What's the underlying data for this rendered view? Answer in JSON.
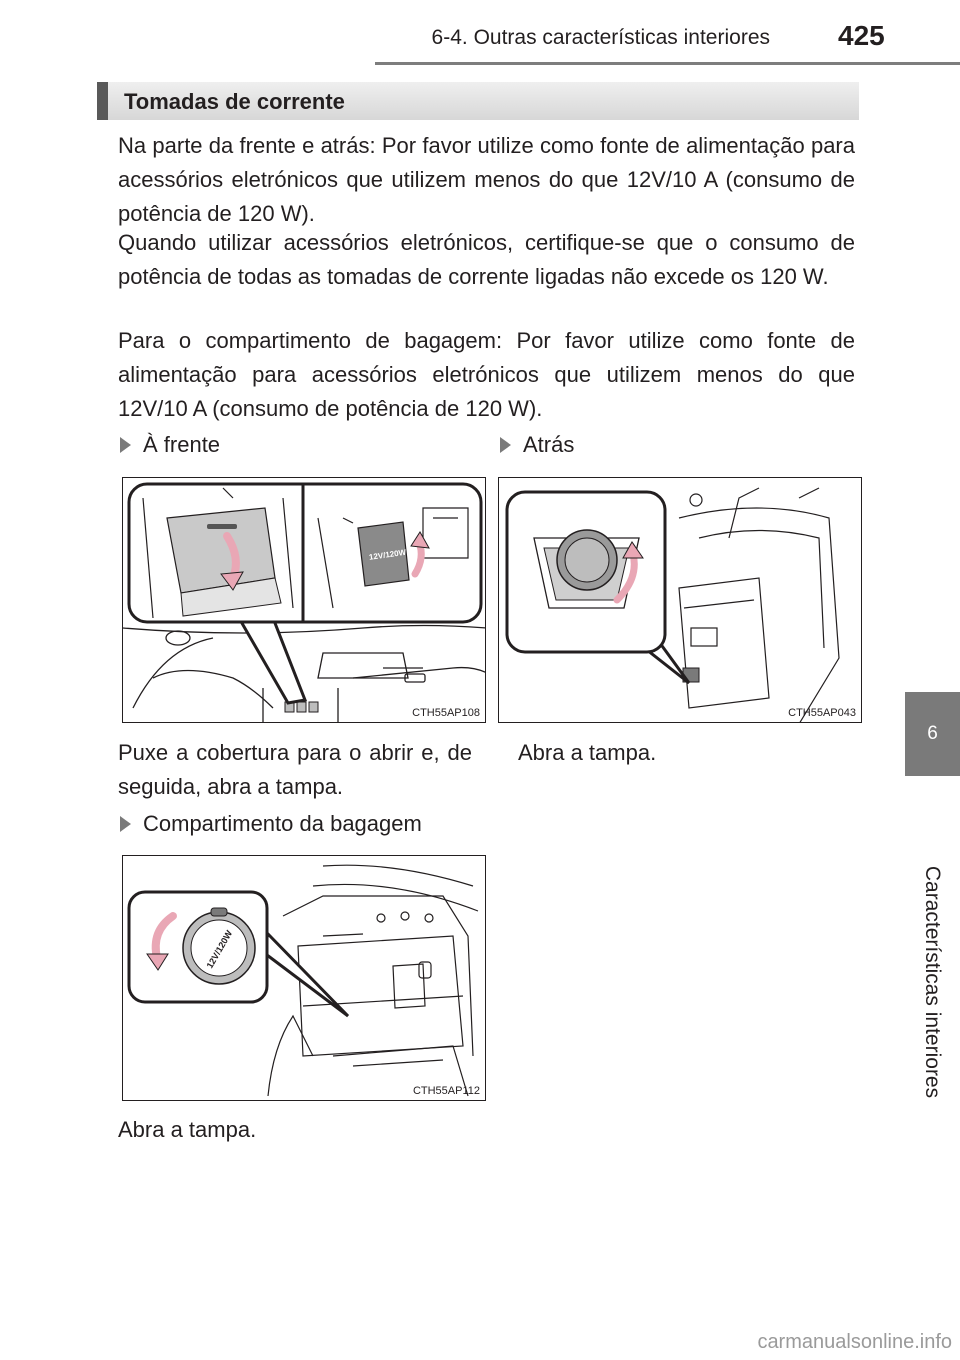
{
  "header": {
    "section": "6-4. Outras características interiores",
    "page_number": "425"
  },
  "side_tab": {
    "chapter_number": "6",
    "chapter_title": "Características interiores"
  },
  "section": {
    "title": "Tomadas de corrente",
    "paragraphs": [
      "Na parte da frente e atrás: Por favor utilize como fonte de alimentação para acessórios eletrónicos que utilizem menos do que 12V/10 A (consumo de potência de 120 W).",
      "Quando utilizar acessórios eletrónicos, certifique-se que o consumo de potência de todas as tomadas de corrente ligadas não excede os 120 W.",
      "Para o compartimento de bagagem: Por favor utilize como fonte de alimentação para acessórios eletrónicos que utilizem menos do que 12V/10 A (consumo de potência de 120 W)."
    ]
  },
  "items": {
    "front": {
      "heading": "À frente",
      "figure_code": "CTH55AP108",
      "socket_label": "12V/120W",
      "caption": "Puxe a cobertura para o abrir e, de seguida, abra a tampa."
    },
    "rear": {
      "heading": "Atrás",
      "figure_code": "CTH55AP043",
      "caption": "Abra a tampa."
    },
    "luggage": {
      "heading": "Compartimento da bagagem",
      "figure_code": "CTH55AP112",
      "cap_label": "12V/120W",
      "caption": "Abra a tampa."
    }
  },
  "watermark": "carmanualsonline.info"
}
